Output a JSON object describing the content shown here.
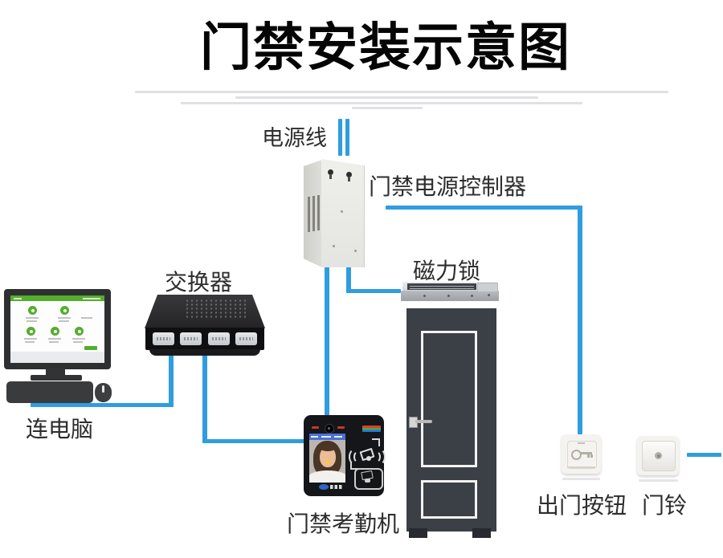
{
  "title": "门禁安装示意图",
  "labels": {
    "power_cable": "电源线",
    "power_controller": "门禁电源控制器",
    "switch": "交换器",
    "magnetic_lock": "磁力锁",
    "computer": "连电脑",
    "attendance_machine": "门禁考勤机",
    "exit_button": "出门按钮",
    "doorbell": "门铃"
  },
  "colors": {
    "wire": "#2f9dde",
    "title": "#050505",
    "label": "#2d2d2d",
    "door": "#3b3f46",
    "accent_green": "#55ad2e",
    "screen_blue": "#4a71d4"
  },
  "devices": [
    {
      "name": "computer",
      "label_key": "computer"
    },
    {
      "name": "network-switch",
      "label_key": "switch"
    },
    {
      "name": "power-controller",
      "label_key": "power_controller"
    },
    {
      "name": "magnetic-lock",
      "label_key": "magnetic_lock"
    },
    {
      "name": "door",
      "label_key": null
    },
    {
      "name": "attendance-machine",
      "label_key": "attendance_machine"
    },
    {
      "name": "exit-button",
      "label_key": "exit_button"
    },
    {
      "name": "doorbell",
      "label_key": "doorbell"
    }
  ]
}
